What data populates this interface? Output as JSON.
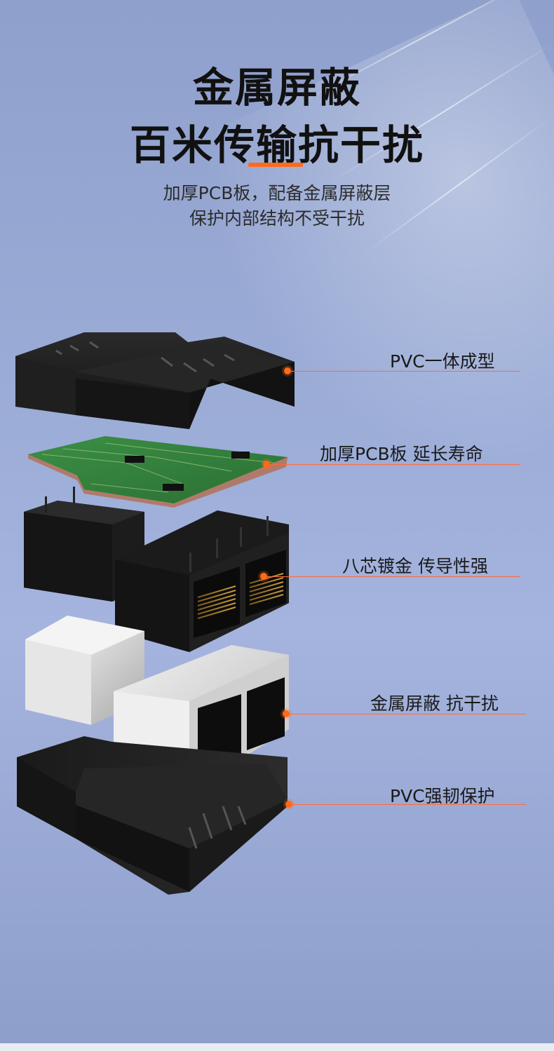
{
  "headline": {
    "line1": "金属屏蔽",
    "line2": "百米传输抗干扰"
  },
  "subtitle": {
    "line1": "加厚PCB板，配备金属屏蔽层",
    "line2": "保护内部结构不受干扰"
  },
  "callouts": [
    {
      "label": "PVC一体成型"
    },
    {
      "label": "加厚PCB板 延长寿命"
    },
    {
      "label": "八芯镀金 传导性强"
    },
    {
      "label": "金属屏蔽 抗干扰"
    },
    {
      "label": "PVC强韧保护"
    }
  ],
  "colors": {
    "accent": "#ff6a1a",
    "background": "#9aabd6",
    "shell": "#1c1c1c",
    "pcb": "#2f7d3a",
    "shield": "#d9d9d9"
  }
}
